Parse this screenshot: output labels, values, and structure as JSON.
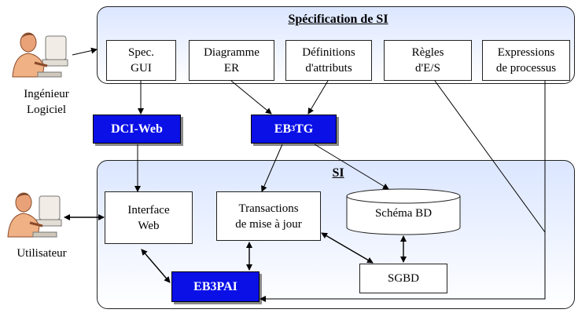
{
  "spec_panel": {
    "title": "Spécification de SI",
    "boxes": [
      {
        "label": "Spec.\nGUI"
      },
      {
        "label": "Diagramme\nER"
      },
      {
        "label": "Définitions\nd'attributs"
      },
      {
        "label": "Règles\nd'E/S"
      },
      {
        "label": "Expressions\nde processus"
      }
    ]
  },
  "si_panel": {
    "title": "SI",
    "interface_web": "Interface\nWeb",
    "transactions": "Transactions\nde mise à jour",
    "schema_bd": "Schéma BD",
    "sgbd": "SGBD"
  },
  "tools": {
    "dci_web": "DCI-Web",
    "eb3tg_main": "EB",
    "eb3tg_sup": "3",
    "eb3tg_suffix": "TG",
    "eb3pai": "EB3PAI"
  },
  "actors": {
    "engineer": "Ingénieur\nLogiciel",
    "user": "Utilisateur"
  },
  "colors": {
    "tool_fill": "#0a10e6",
    "panel_gradient_top": "#dbe6ff"
  }
}
